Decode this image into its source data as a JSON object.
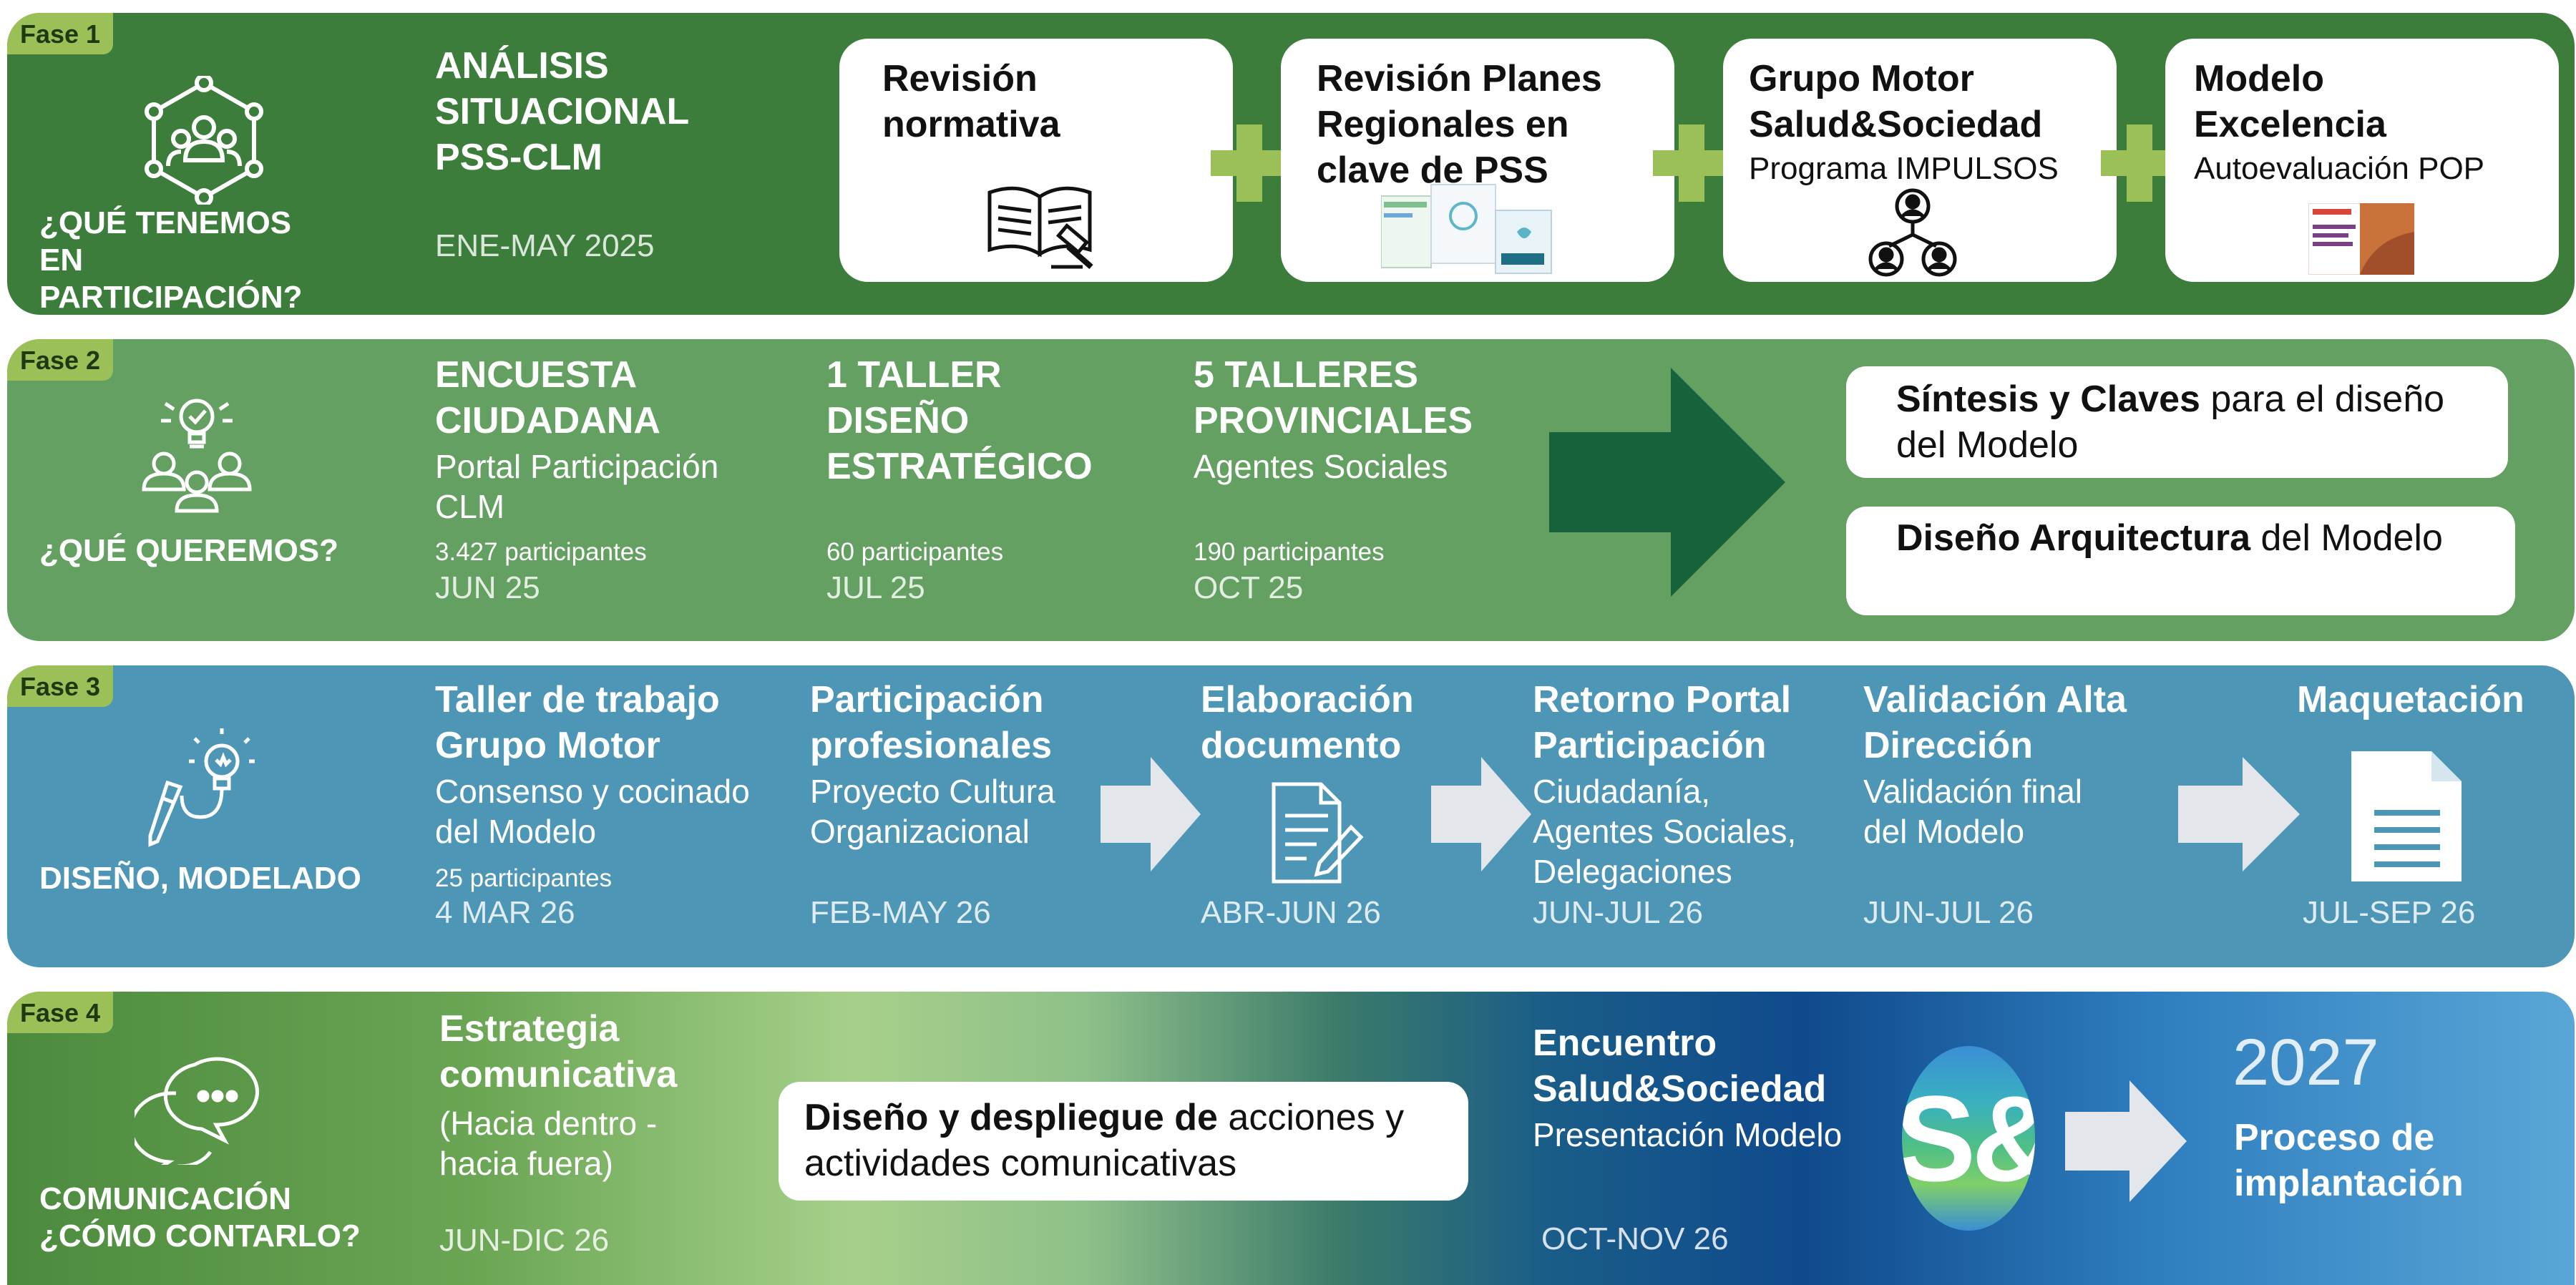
{
  "phase1": {
    "tag": "Fase 1",
    "question": "¿QUÉ TENEMOS EN PARTICIPACIÓN?",
    "title": "ANÁLISIS SITUACIONAL PSS-CLM",
    "date": "ENE-MAY 2025",
    "cards": [
      {
        "title": "Revisión normativa",
        "sub": ""
      },
      {
        "title": "Revisión Planes Regionales en clave de PSS",
        "sub": ""
      },
      {
        "title": "Grupo Motor Salud&Sociedad",
        "sub": "Programa IMPULSOS"
      },
      {
        "title": "Modelo Excelencia",
        "sub": "Autoevaluación POP"
      }
    ]
  },
  "phase2": {
    "tag": "Fase 2",
    "question": "¿QUÉ QUEREMOS?",
    "columns": [
      {
        "title": "ENCUESTA CIUDADANA",
        "sub": "Portal Participación CLM",
        "count": "3.427 participantes",
        "date": "JUN 25"
      },
      {
        "title": "1 TALLER DISEÑO ESTRATÉGICO",
        "sub": "",
        "count": "60 participantes",
        "date": "JUL 25"
      },
      {
        "title": "5 TALLERES PROVINCIALES",
        "sub": "Agentes Sociales",
        "count": "190 participantes",
        "date": "OCT 25"
      }
    ],
    "outputs": [
      {
        "bold": "Síntesis y Claves",
        "rest": " para el diseño del Modelo"
      },
      {
        "bold": "Diseño Arquitectura",
        "rest": " del Modelo"
      }
    ]
  },
  "phase3": {
    "tag": "Fase 3",
    "question": "DISEÑO, MODELADO",
    "columns": [
      {
        "title": "Taller de trabajo Grupo Motor",
        "sub": "Consenso y cocinado del Modelo",
        "count": "25 participantes",
        "date": "4 MAR 26"
      },
      {
        "title": "Participación profesionales",
        "sub": "Proyecto Cultura Organizacional",
        "count": "",
        "date": "FEB-MAY 26"
      },
      {
        "title": "Elaboración documento",
        "sub": "",
        "count": "",
        "date": "ABR-JUN 26"
      },
      {
        "title": "Retorno Portal Participación",
        "sub": "Ciudadanía, Agentes Sociales, Delegaciones",
        "count": "",
        "date": "JUN-JUL 26"
      },
      {
        "title": "Validación Alta Dirección",
        "sub": "Validación final del Modelo",
        "count": "",
        "date": "JUN-JUL 26"
      },
      {
        "title": "Maquetación",
        "sub": "",
        "count": "",
        "date": "JUL-SEP 26"
      }
    ]
  },
  "phase4": {
    "tag": "Fase 4",
    "question_line1": "COMUNICACIÓN",
    "question_line2": "¿CÓMO CONTARLO?",
    "strategy_title": "Estrategia comunicativa",
    "strategy_sub": "(Hacia dentro - hacia fuera)",
    "strategy_date": "JUN-DIC 26",
    "pill_bold": "Diseño y despliegue de",
    "pill_rest": " acciones y actividades comunicativas",
    "encuentro_title": "Encuentro Salud&Sociedad",
    "encuentro_sub": "Presentación Modelo",
    "encuentro_date": "OCT-NOV 26",
    "logo_text": "S&",
    "year": "2027",
    "final_title": "Proceso de implantación"
  },
  "colors": {
    "phase1_bg": "#3d7d3c",
    "phase2_bg": "#64a061",
    "phase3_bg": "#4e96b6",
    "phase4_start": "#4c8a3e",
    "phase4_mid": "#a6d08a",
    "phase4_dark": "#0f4a8c",
    "phase4_end": "#5aa6d6",
    "tag_bg": "#9bc058",
    "plus": "#9bc058",
    "arrow_dark": "#15623b",
    "arrow_light": "#e3e6ea"
  },
  "icons": [
    "people-network-icon",
    "open-book-gavel-icon",
    "people-hierarchy-icon",
    "lightbulb-people-icon",
    "pencil-lightbulb-icon",
    "document-pen-icon",
    "document-icon",
    "chat-bubbles-icon"
  ]
}
